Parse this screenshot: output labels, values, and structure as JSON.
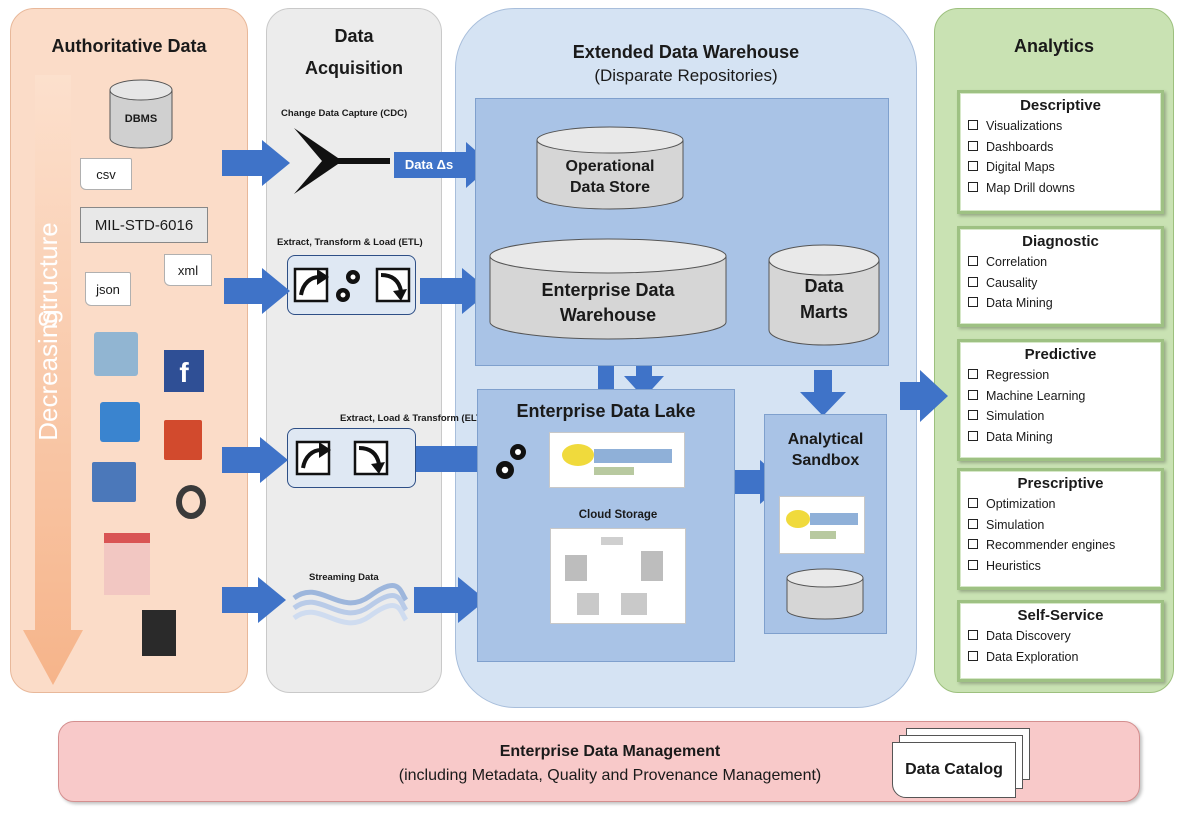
{
  "columns": {
    "authoritative": "Authoritative Data",
    "acquisition_line1": "Data",
    "acquisition_line2": "Acquisition",
    "warehouse_title": "Extended Data Warehouse",
    "warehouse_subtitle": "(Disparate Repositories)",
    "analytics": "Analytics"
  },
  "authoritative": {
    "dbms": "DBMS",
    "csv": "csv",
    "mil_std": "MIL-STD-6016",
    "xml": "xml",
    "json": "json",
    "arrow_word1": "Decreasing",
    "arrow_word2": "Structure"
  },
  "acquisition": {
    "cdc": "Change Data Capture (CDC)",
    "etl": "Extract, Transform & Load (ETL)",
    "elt": "Extract, Load & Transform (ELT)",
    "streaming": "Streaming Data",
    "data_deltas": "Data Δs"
  },
  "warehouse": {
    "ods_line1": "Operational",
    "ods_line2": "Data Store",
    "edw_line1": "Enterprise Data",
    "edw_line2": "Warehouse",
    "marts_line1": "Data",
    "marts_line2": "Marts",
    "lake": "Enterprise Data Lake",
    "cloud": "Cloud Storage",
    "sandbox_line1": "Analytical",
    "sandbox_line2": "Sandbox"
  },
  "analytics": [
    {
      "title": "Descriptive",
      "items": [
        "Visualizations",
        "Dashboards",
        "Digital Maps",
        "Map Drill downs"
      ]
    },
    {
      "title": "Diagnostic",
      "items": [
        "Correlation",
        "Causality",
        "Data Mining"
      ]
    },
    {
      "title": "Predictive",
      "items": [
        "Regression",
        "Machine Learning",
        "Simulation",
        "Data Mining"
      ]
    },
    {
      "title": "Prescriptive",
      "items": [
        "Optimization",
        "Simulation",
        "Recommender engines",
        "Heuristics"
      ]
    },
    {
      "title": "Self-Service",
      "items": [
        "Data Discovery",
        "Data Exploration"
      ]
    }
  ],
  "management": {
    "title": "Enterprise Data Management",
    "subtitle": "(including Metadata, Quality and Provenance Management)",
    "catalog": "Data Catalog"
  },
  "colors": {
    "authoritative_bg": "#fbdcc8",
    "acquisition_bg": "#ececec",
    "warehouse_bg": "#d5e3f3",
    "inner_bg": "#a9c3e6",
    "analytics_bg": "#c9e2b3",
    "management_bg": "#f8c9c9",
    "arrow_blue": "#3f73c8"
  }
}
